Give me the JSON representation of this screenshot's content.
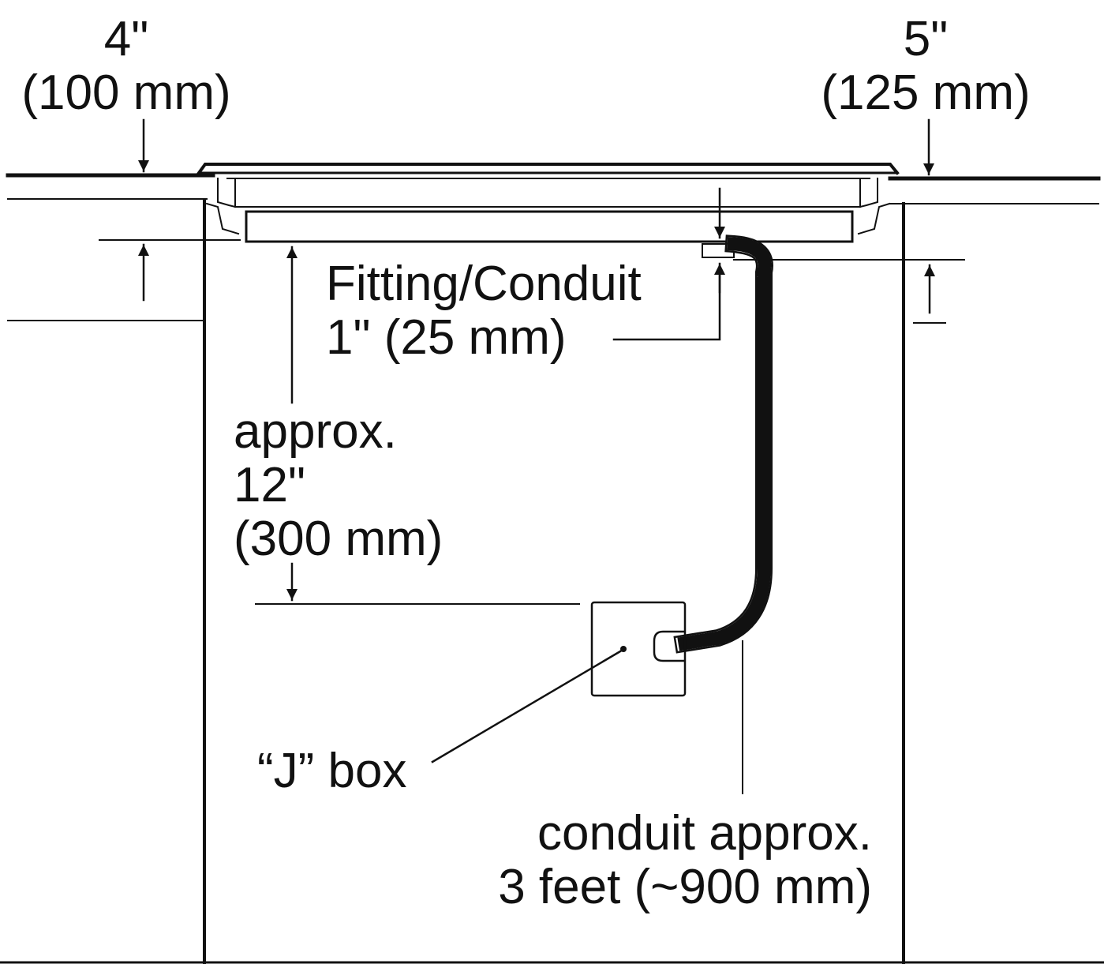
{
  "colors": {
    "ink": "#111111",
    "background": "#ffffff"
  },
  "labels": {
    "left_clearance": {
      "line1": "4\"",
      "line2": "(100 mm)"
    },
    "right_clearance": {
      "line1": "5\"",
      "line2": "(125 mm)"
    },
    "fitting": {
      "line1": "Fitting/Conduit",
      "line2": "1\" (25 mm)"
    },
    "jbox_distance": {
      "line1": "approx.",
      "line2": "12\"",
      "line3": "(300 mm)"
    },
    "jbox": "“J” box",
    "conduit_length": {
      "line1": "conduit approx.",
      "line2": "3 feet (~900 mm)"
    }
  },
  "icons": [
    "arrow-down-icon",
    "arrow-up-icon",
    "flexible-conduit-icon",
    "junction-box-icon"
  ]
}
